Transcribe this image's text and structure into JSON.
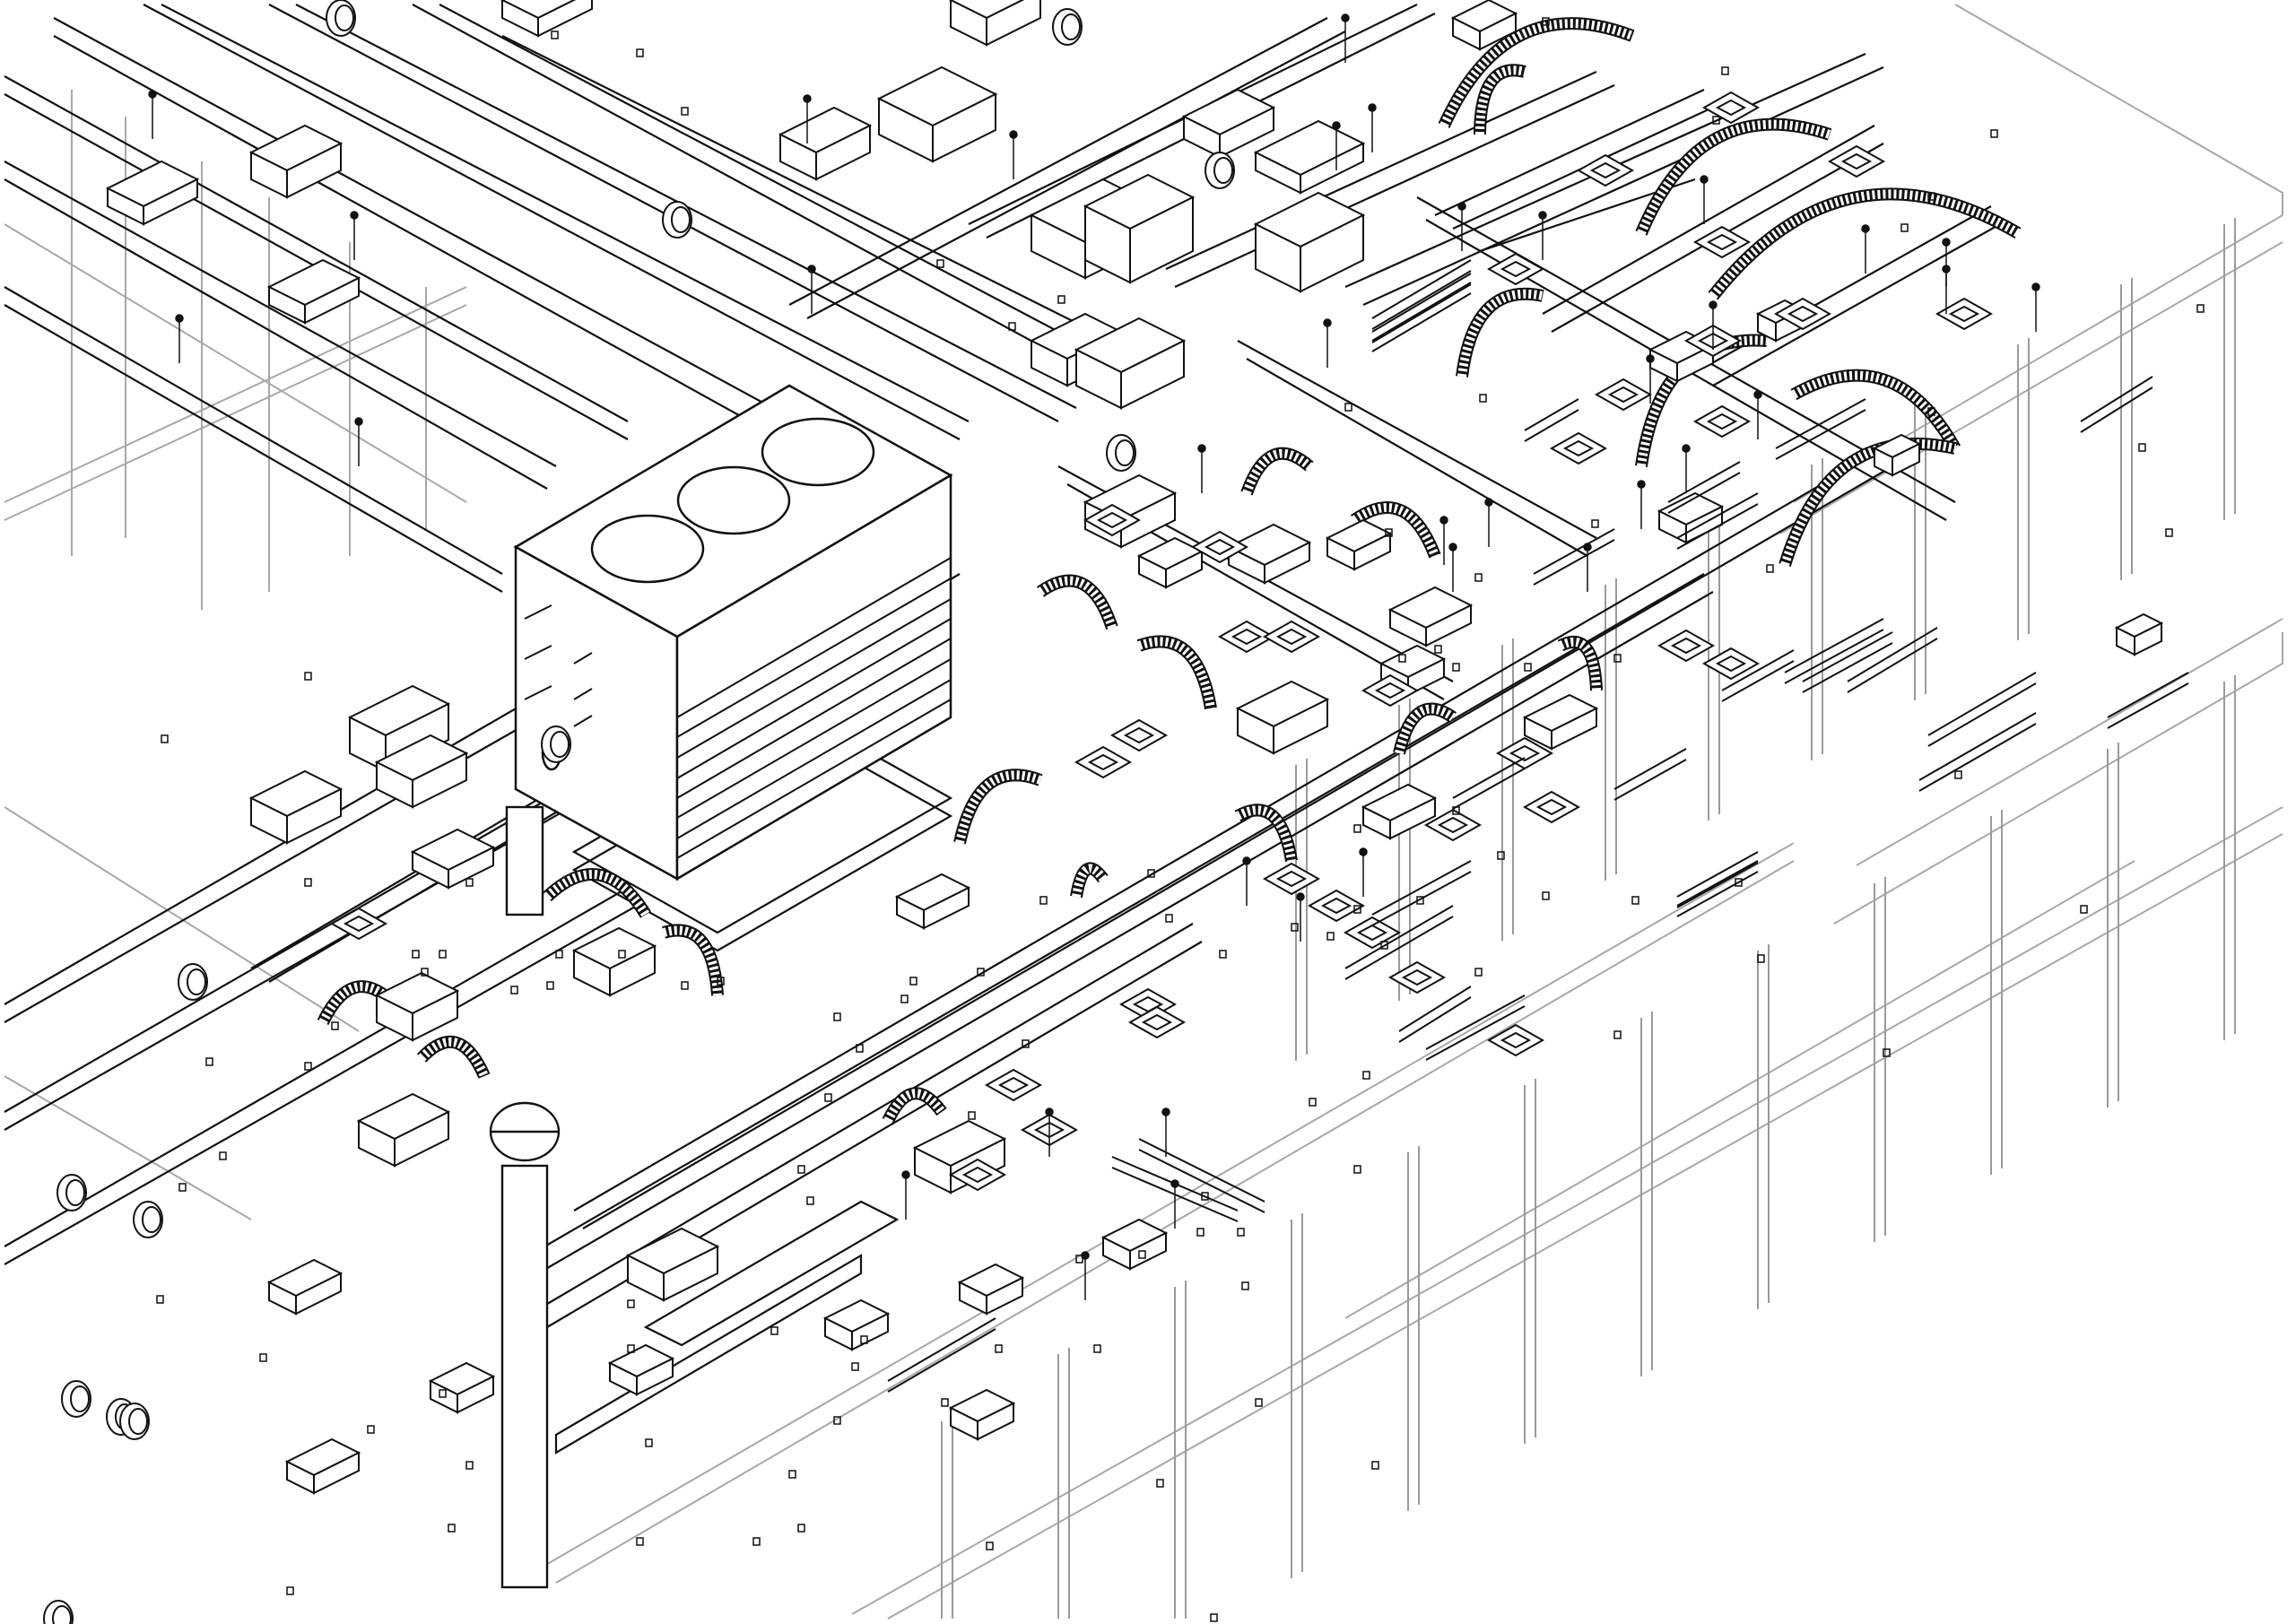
{
  "drawing": {
    "description_visible_text": "",
    "colors": {
      "background": "#ffffff",
      "primary_line": "#111111",
      "secondary_line": "#9a9a9a",
      "tertiary_line": "#c8c8c8"
    },
    "components": [
      {
        "name": "rooftop-air-handling-unit",
        "icon": "ahu-box-icon",
        "fans": 3
      },
      {
        "name": "main-supply-ducts",
        "icon": "duct-icon"
      },
      {
        "name": "flexible-duct-connectors",
        "icon": "flex-duct-icon"
      },
      {
        "name": "ceiling-diffusers",
        "icon": "diffuser-icon"
      },
      {
        "name": "vertical-riser",
        "icon": "riser-icon"
      },
      {
        "name": "building-facade-grid",
        "icon": "facade-icon"
      },
      {
        "name": "linear-slot-diffusers",
        "icon": "slot-diffuser-icon"
      },
      {
        "name": "round-duct-ends",
        "icon": "round-duct-icon"
      },
      {
        "name": "hanger-rods",
        "icon": "hanger-icon"
      }
    ]
  }
}
